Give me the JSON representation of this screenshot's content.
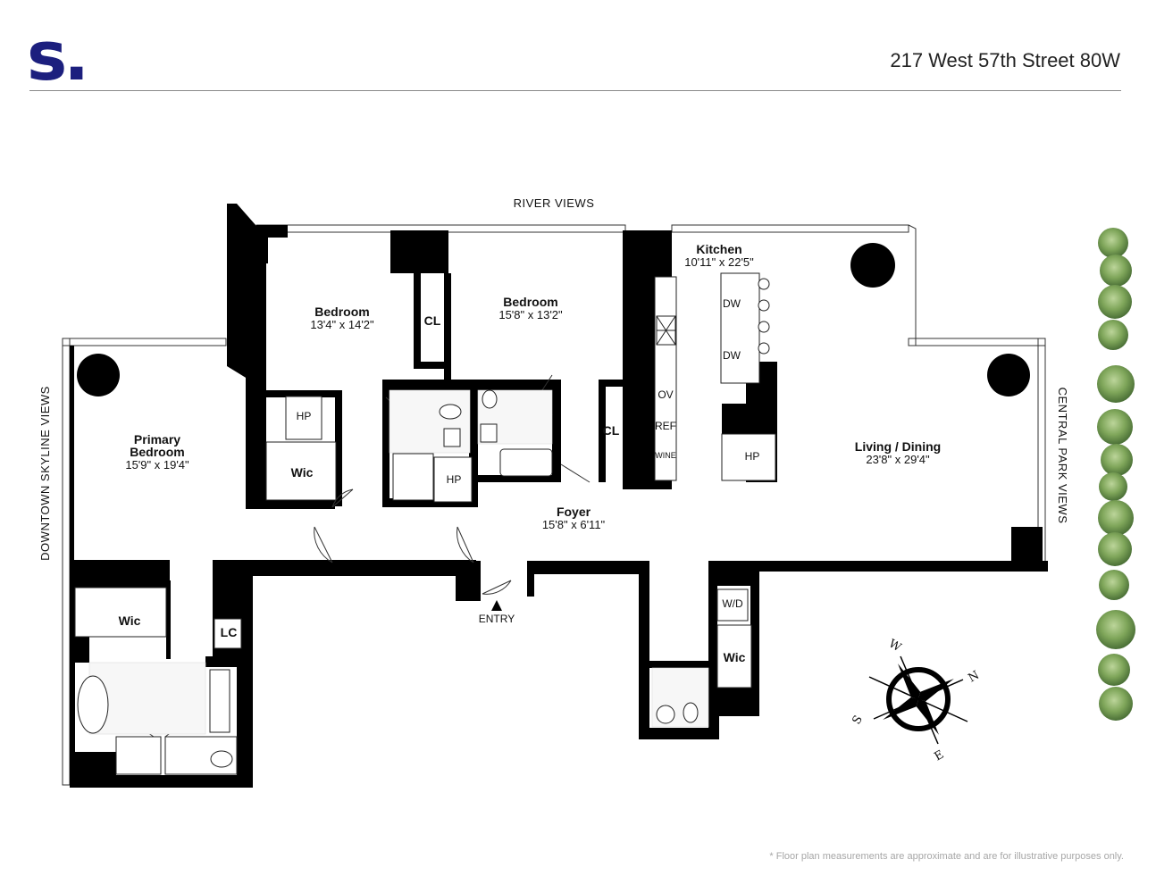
{
  "header": {
    "logo": "s.",
    "address": "217 West 57th Street 80W"
  },
  "views": {
    "north": "RIVER VIEWS",
    "west": "DOWNTOWN SKYLINE VIEWS",
    "east": "CENTRAL PARK VIEWS"
  },
  "rooms": {
    "kitchen": {
      "name": "Kitchen",
      "dim": "10'11\" x 22'5\""
    },
    "bedroom1": {
      "name": "Bedroom",
      "dim": "13'4\" x 14'2\""
    },
    "bedroom2": {
      "name": "Bedroom",
      "dim": "15'8\" x 13'2\""
    },
    "primary": {
      "name1": "Primary",
      "name2": "Bedroom",
      "dim": "15'9\" x 19'4\""
    },
    "living": {
      "name": "Living / Dining",
      "dim": "23'8\" x 29'4\""
    },
    "foyer": {
      "name": "Foyer",
      "dim": "15'8\" x 6'11\""
    }
  },
  "fixtures": {
    "cl1": "CL",
    "cl2": "CL",
    "hp1": "HP",
    "hp2": "HP",
    "hp3": "HP",
    "wic1": "Wic",
    "wic2": "Wic",
    "wic3": "Wic",
    "lc": "LC",
    "wd": "W/D",
    "dw1": "DW",
    "dw2": "DW",
    "ov": "OV",
    "ref": "REF",
    "wine": "WINE"
  },
  "entry": "ENTRY",
  "compass": {
    "n": "N",
    "s": "S",
    "e": "E",
    "w": "W"
  },
  "disclaimer": "* Floor plan measurements are approximate and are for illustrative purposes only."
}
